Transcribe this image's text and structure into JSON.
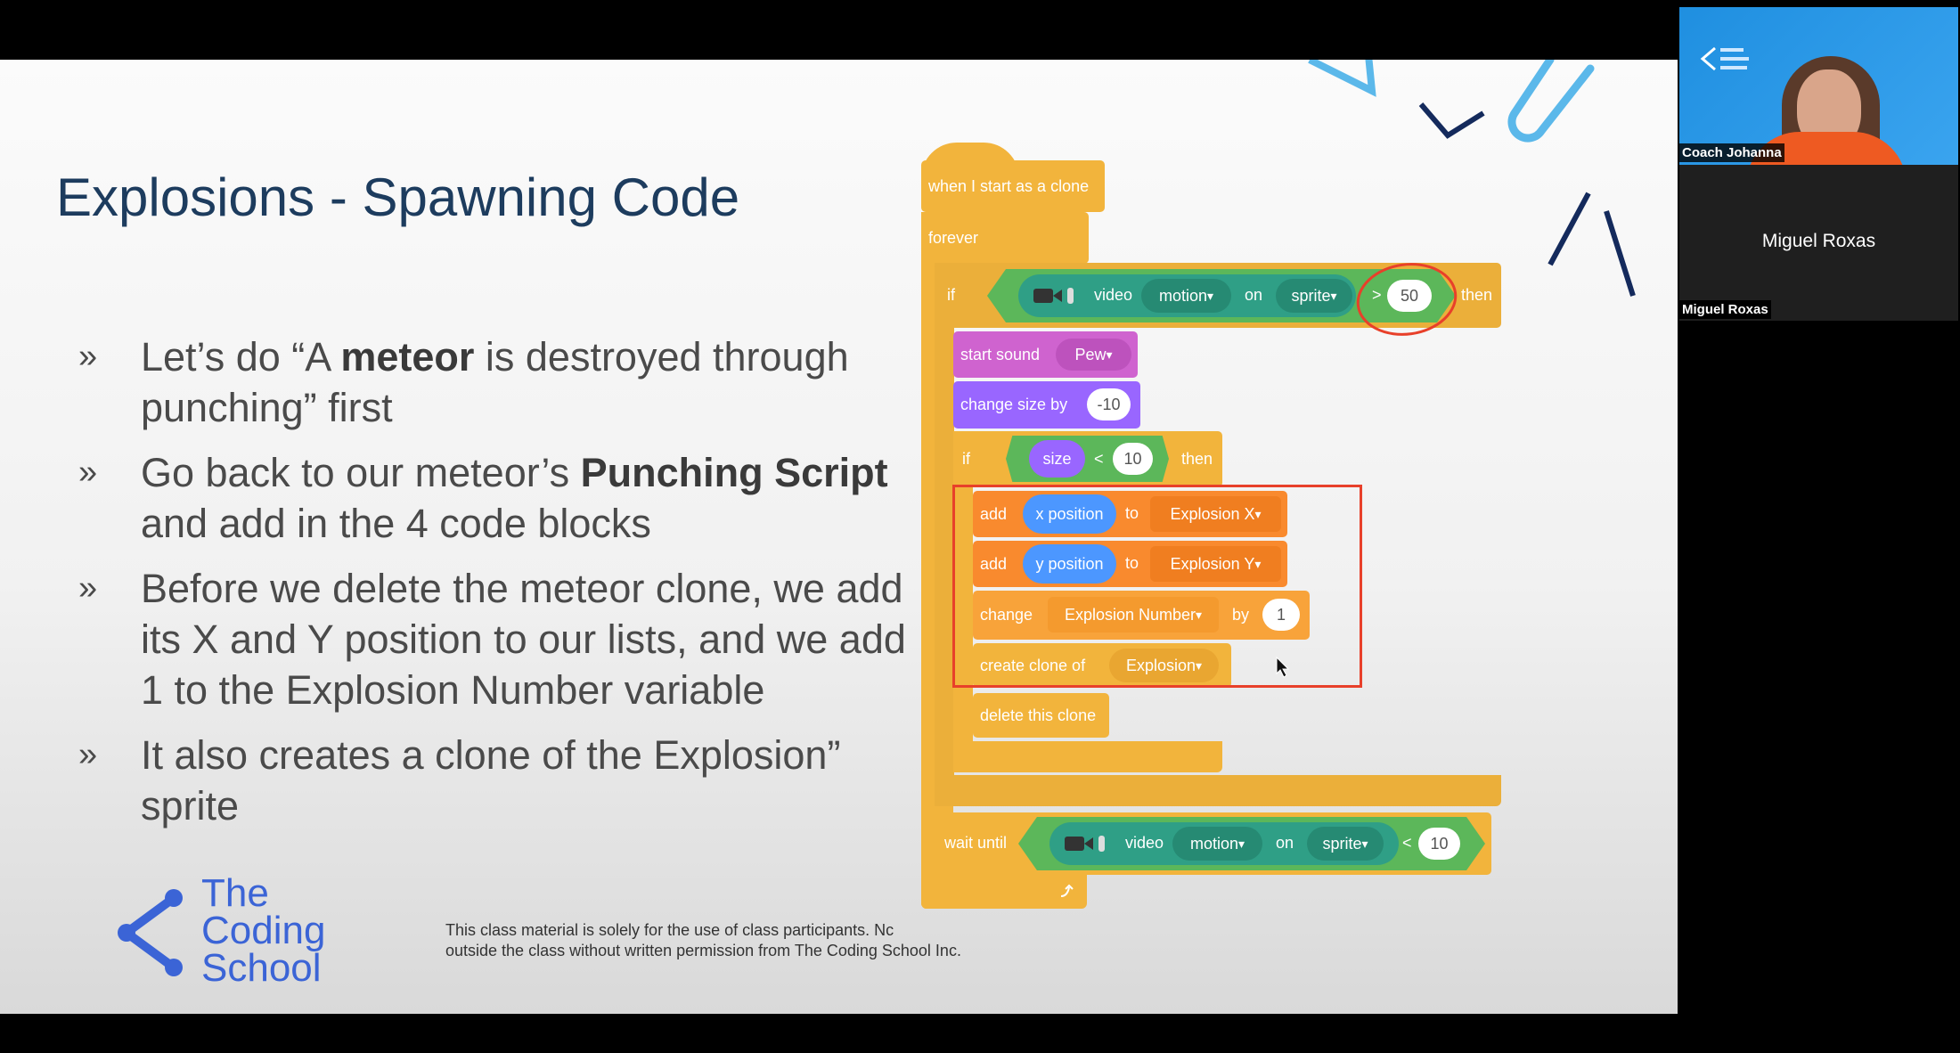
{
  "slide": {
    "title": "Explosions - Spawning Code",
    "bullet_marker": "»",
    "bullets": [
      {
        "pre": "Let’s do “A ",
        "bold": "meteor",
        "post": " is destroyed through punching” first"
      },
      {
        "pre": "Go back to our meteor’s ",
        "bold": "Punching Script",
        "post": " and add in the 4 code blocks"
      },
      {
        "pre": "Before we delete the meteor clone, we add its X and Y position to our lists, and we add 1 to the Explosion Number variable",
        "bold": "",
        "post": ""
      },
      {
        "pre": "It also creates a clone of the Explosion” sprite",
        "bold": "",
        "post": ""
      }
    ],
    "logo": {
      "line1": "The",
      "line2": "Coding",
      "line3": "School",
      "color": "#3b64d6"
    },
    "footer_line1": "This class material is solely for the use of class participants. Nc",
    "footer_line2": "outside the class without written permission from The Coding School Inc."
  },
  "scratch": {
    "hat": "when I start as a clone",
    "forever": "forever",
    "if1": {
      "if": "if",
      "video": "video",
      "motion": "motion",
      "on": "on",
      "sprite": "sprite",
      "op": ">",
      "value": "50",
      "then": "then"
    },
    "start_sound": {
      "label": "start sound",
      "sound": "Pew"
    },
    "change_size": {
      "label": "change size by",
      "value": "-10"
    },
    "if2": {
      "if": "if",
      "size": "size",
      "op": "<",
      "value": "10",
      "then": "then"
    },
    "add_x": {
      "add": "add",
      "reporter": "x position",
      "to": "to",
      "list": "Explosion X"
    },
    "add_y": {
      "add": "add",
      "reporter": "y position",
      "to": "to",
      "list": "Explosion Y"
    },
    "change_var": {
      "label": "change",
      "var": "Explosion Number",
      "by": "by",
      "value": "1"
    },
    "create_clone": {
      "label": "create clone of",
      "target": "Explosion"
    },
    "delete_clone": "delete this clone",
    "wait_until": {
      "label": "wait until",
      "video": "video",
      "motion": "motion",
      "on": "on",
      "sprite": "sprite",
      "op": "<",
      "value": "10"
    },
    "colors": {
      "control": "#f2b43c",
      "operator": "#5cb75a",
      "video": "#2f9f86",
      "sound": "#cf63cf",
      "looks": "#9966ff",
      "variables": "#ff8c1a",
      "motion": "#4c97ff",
      "annotation": "#e8402a"
    }
  },
  "participants": [
    {
      "name": "Coach Johanna",
      "video": true
    },
    {
      "name": "Miguel Roxas",
      "video": false
    }
  ]
}
